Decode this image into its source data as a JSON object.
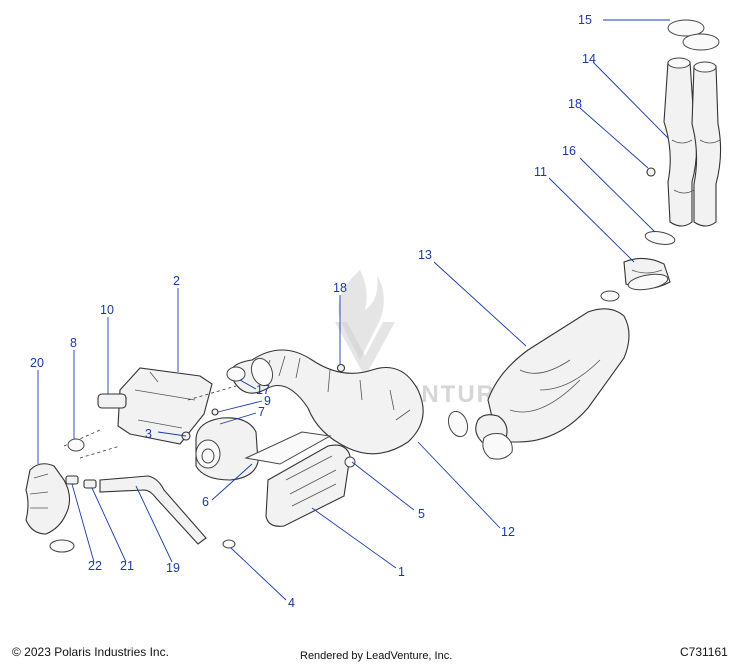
{
  "footer": {
    "copyright": "© 2023 Polaris Industries Inc.",
    "rendered_by": "Rendered by LeadVenture, Inc.",
    "diagram_code": "C731161"
  },
  "watermark": {
    "text": "LEADVENTURE"
  },
  "callouts": {
    "c1": "1",
    "c2": "2",
    "c3": "3",
    "c4": "4",
    "c5": "5",
    "c6": "6",
    "c7": "7",
    "c8": "8",
    "c9": "9",
    "c10": "10",
    "c11": "11",
    "c12": "12",
    "c13": "13",
    "c14": "14",
    "c15": "15",
    "c16": "16",
    "c17": "17",
    "c18a": "18",
    "c18b": "18",
    "c19": "19",
    "c20": "20",
    "c21": "21",
    "c22": "22"
  },
  "colors": {
    "callout": "#1a3aa8",
    "line_art": "#333333",
    "watermark": "#cfcfcf"
  }
}
